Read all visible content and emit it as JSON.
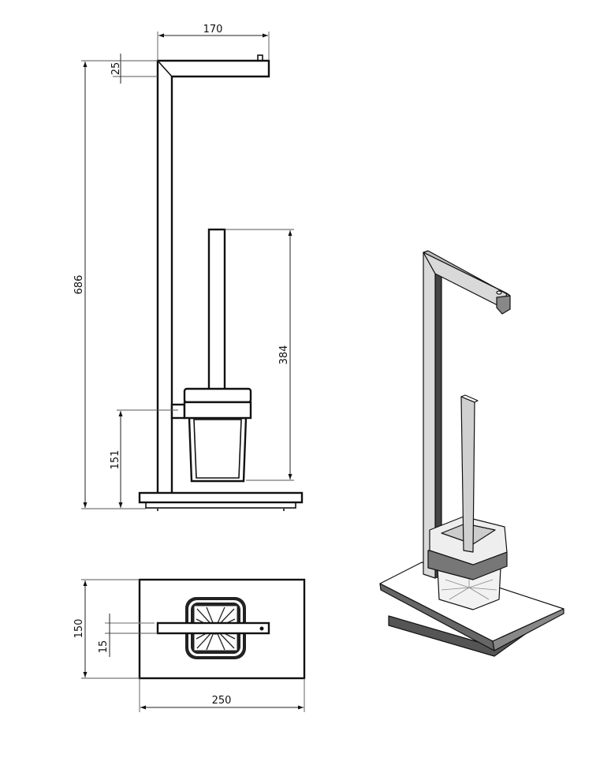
{
  "drawing": {
    "front_view": {
      "width_label": "170",
      "arm_height_label": "25",
      "total_height_label": "686",
      "brush_height_label": "384",
      "holder_height_label": "151"
    },
    "top_view": {
      "depth_label": "150",
      "arm_offset_label": "15",
      "base_width_label": "250"
    },
    "colors": {
      "line": "#111111",
      "shade_light": "#d9d9d9",
      "shade_dark": "#555555"
    }
  }
}
